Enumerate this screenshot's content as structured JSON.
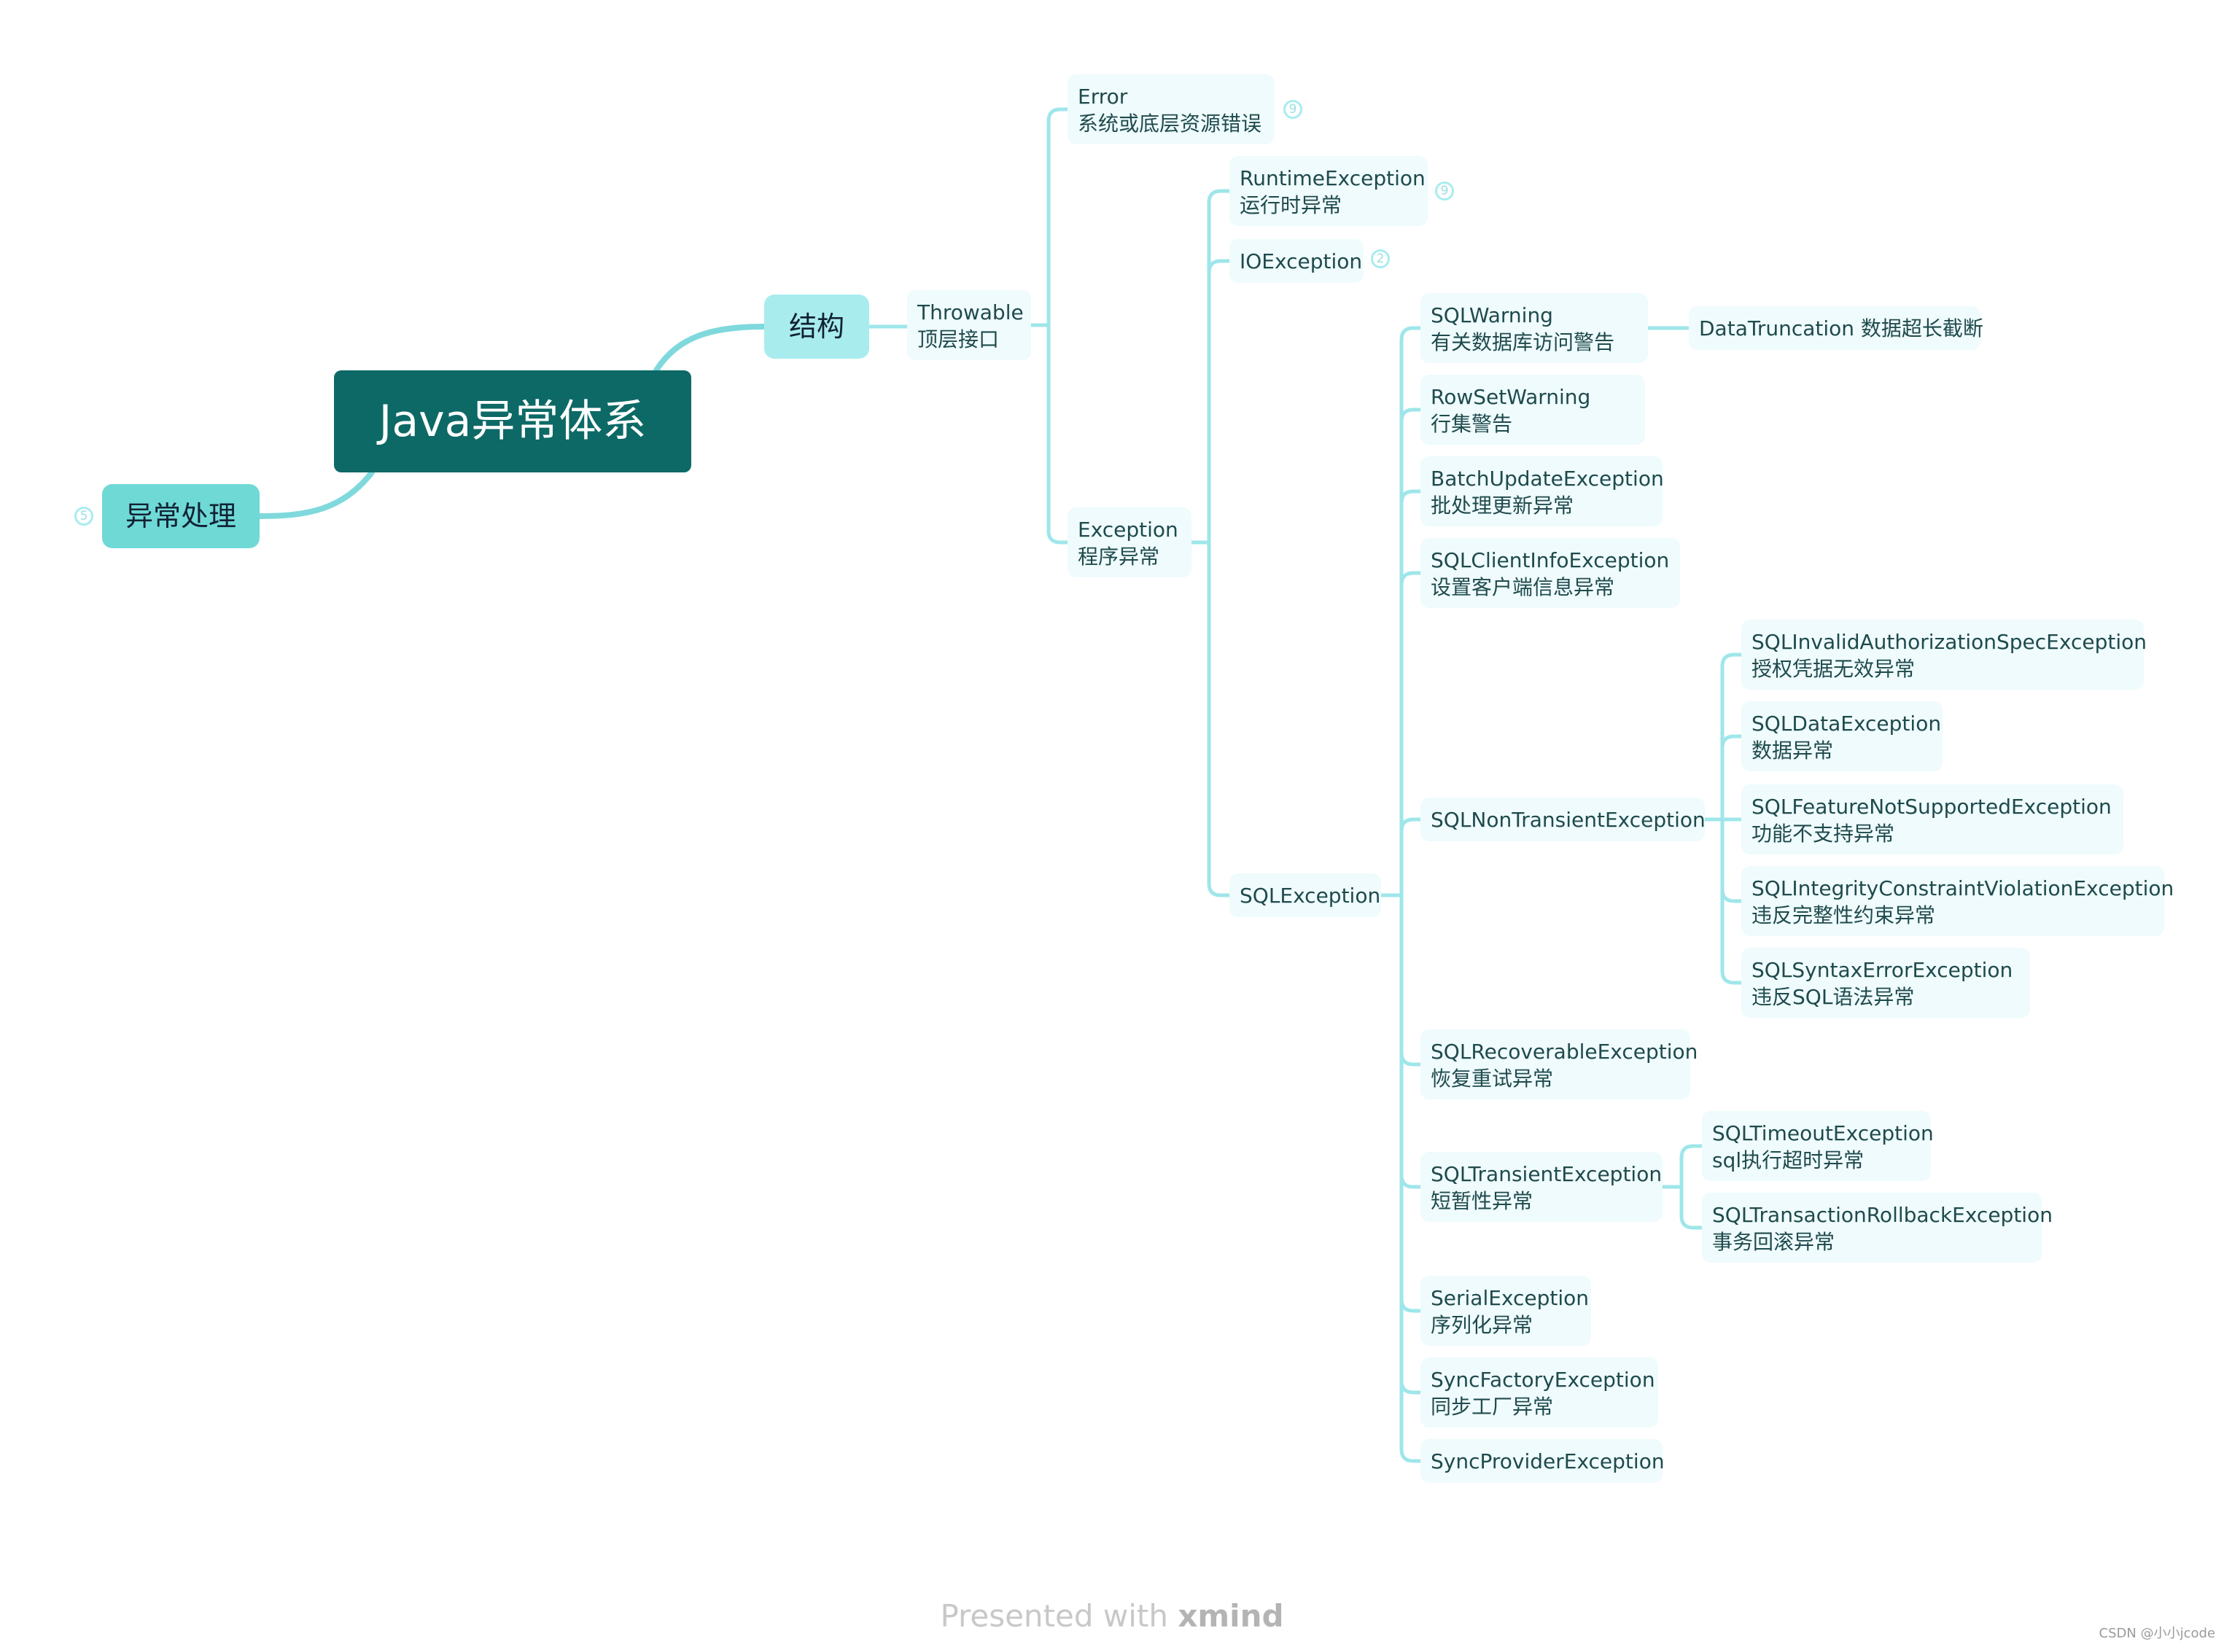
{
  "diagram": {
    "central": "Java异常体系",
    "left_branch": {
      "label": "异常处理",
      "collapsed_count": "5"
    },
    "main_branch": "结构",
    "throwable": {
      "line1": "Throwable",
      "line2": "顶层接口"
    },
    "error": {
      "line1": "Error",
      "line2": "系统或底层资源错误",
      "collapsed_count": "9"
    },
    "exception": {
      "line1": "Exception",
      "line2": "程序异常"
    },
    "runtime_exception": {
      "line1": "RuntimeException",
      "line2": "运行时异常",
      "collapsed_count": "9"
    },
    "io_exception": {
      "line1": "IOException",
      "collapsed_count": "2"
    },
    "sql_exception": {
      "line1": "SQLException"
    },
    "sql_children": [
      {
        "line1": "SQLWarning",
        "line2": "有关数据库访问警告"
      },
      {
        "line1": "RowSetWarning",
        "line2": "行集警告"
      },
      {
        "line1": "BatchUpdateException",
        "line2": "批处理更新异常"
      },
      {
        "line1": "SQLClientInfoException",
        "line2": "设置客户端信息异常"
      },
      {
        "line1": "SQLNonTransientException"
      },
      {
        "line1": "SQLRecoverableException",
        "line2": "恢复重试异常"
      },
      {
        "line1": "SQLTransientException",
        "line2": "短暂性异常"
      },
      {
        "line1": "SerialException",
        "line2": "序列化异常"
      },
      {
        "line1": "SyncFactoryException",
        "line2": "同步工厂异常"
      },
      {
        "line1": "SyncProviderException"
      }
    ],
    "data_truncation": {
      "line1": "DataTruncation 数据超长截断"
    },
    "non_transient_children": [
      {
        "line1": "SQLInvalidAuthorizationSpecException",
        "line2": "授权凭据无效异常"
      },
      {
        "line1": "SQLDataException",
        "line2": "数据异常"
      },
      {
        "line1": "SQLFeatureNotSupportedException",
        "line2": "功能不支持异常"
      },
      {
        "line1": "SQLIntegrityConstraintViolationException",
        "line2": "违反完整性约束异常"
      },
      {
        "line1": "SQLSyntaxErrorException",
        "line2": "违反SQL语法异常"
      }
    ],
    "transient_children": [
      {
        "line1": "SQLTimeoutException",
        "line2": "sql执行超时异常"
      },
      {
        "line1": "SQLTransactionRollbackException",
        "line2": "事务回滚异常"
      }
    ]
  },
  "footer": {
    "prefix": "Presented with ",
    "brand": "xmind"
  },
  "watermark": "CSDN @小小jcode"
}
